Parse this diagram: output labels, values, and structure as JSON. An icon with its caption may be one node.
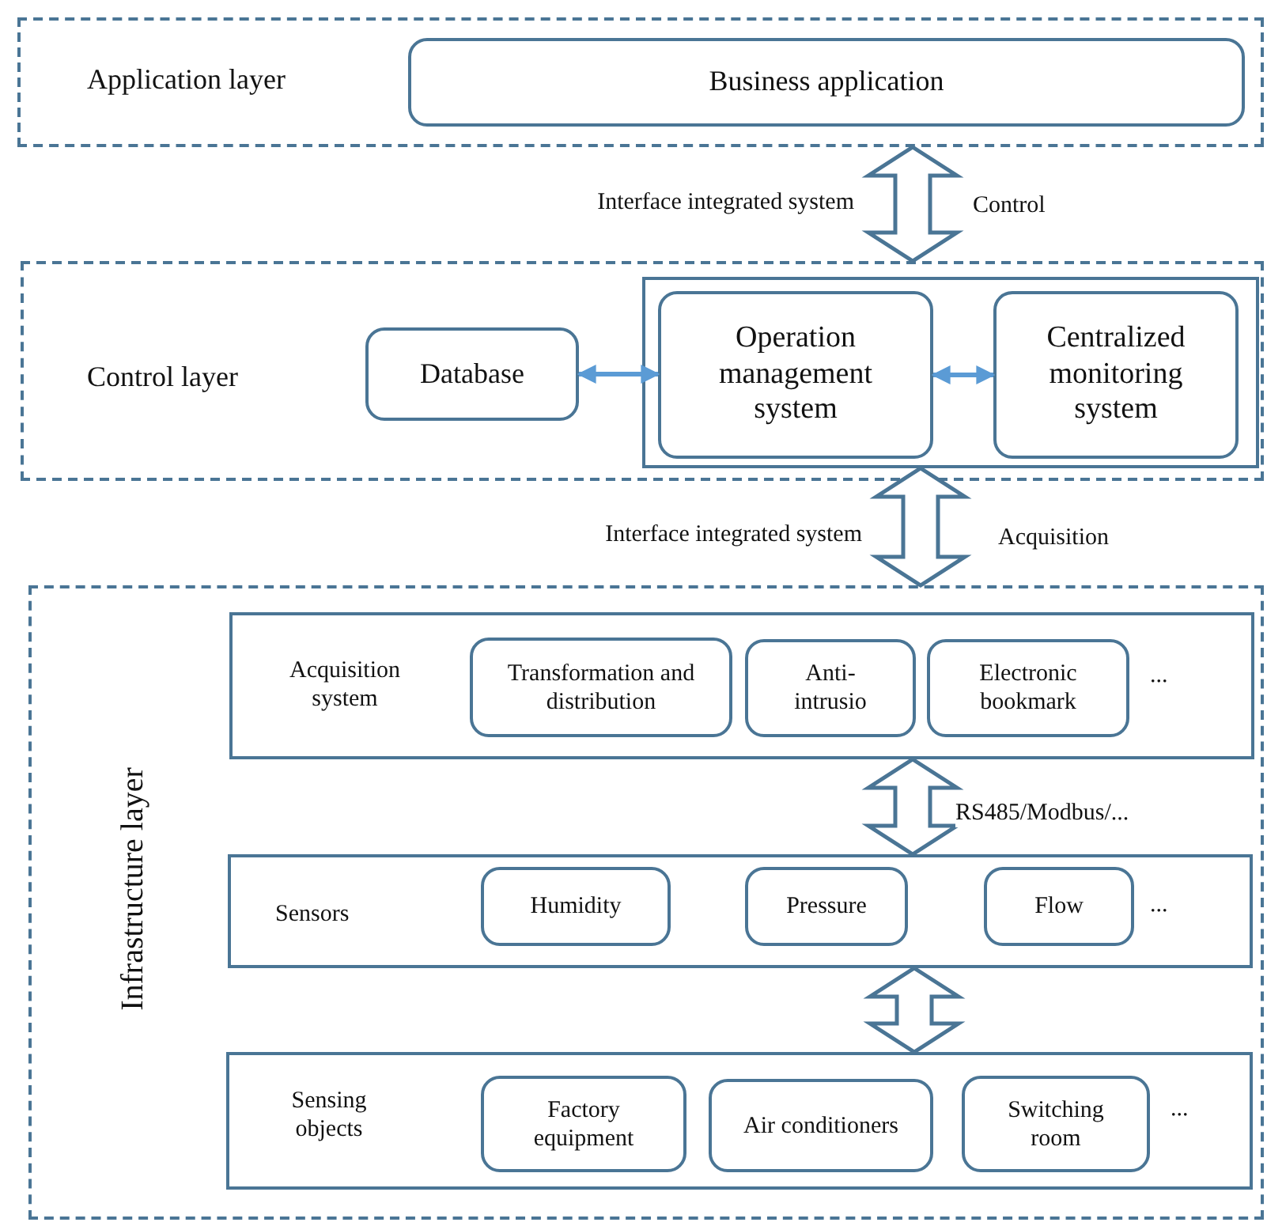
{
  "diagram": {
    "nodes": [
      {
        "text": [
          "Application layer"
        ]
      },
      {
        "text": [
          "Business application"
        ],
        "in": 0
      },
      {
        "text": [
          "Control layer"
        ]
      },
      {
        "text": [
          "Database"
        ],
        "in": 2
      },
      {
        "text": [],
        "shape": "box",
        "in": 2
      },
      {
        "text": [
          "Operation management system"
        ],
        "in": 4
      },
      {
        "text": [
          "Centralized monitoring system"
        ],
        "in": 4
      },
      {
        "text": [
          "Infrastructure layer"
        ]
      },
      {
        "text": [
          "Acquisition system",
          "..."
        ],
        "in": 7
      },
      {
        "text": [
          "Transformation and distribution"
        ],
        "in": 8
      },
      {
        "text": [
          "Anti- intrusio"
        ],
        "in": 8
      },
      {
        "text": [
          "Electronic bookmark"
        ],
        "in": 8
      },
      {
        "text": [
          "Sensors",
          "..."
        ],
        "in": 7
      },
      {
        "text": [
          "Humidity"
        ],
        "in": 12
      },
      {
        "text": [
          "Pressure"
        ],
        "in": 12
      },
      {
        "text": [
          "Flow"
        ],
        "in": 12
      },
      {
        "text": [
          "Sensing objects",
          "..."
        ],
        "in": 7
      },
      {
        "text": [
          "Factory equipment"
        ],
        "in": 16
      },
      {
        "text": [
          "Air conditioners"
        ],
        "in": 16
      },
      {
        "text": [
          "Switching room"
        ],
        "in": 16
      }
    ],
    "edges": [
      {
        "from": 0,
        "to": 2,
        "arrow": "both",
        "label": "Interface integrated system",
        "style": "thick"
      },
      {
        "from": 3,
        "to": 5,
        "arrow": "both",
        "color": "#5b9bd5"
      },
      {
        "from": 5,
        "to": 6,
        "arrow": "both",
        "color": "#5b9bd5"
      },
      {
        "from": 4,
        "to": 7,
        "arrow": "both",
        "label": "Interface integrated system",
        "style": "thick"
      },
      {
        "from": 8,
        "to": 12,
        "arrow": "both",
        "label": "RS485/Modbus/...",
        "style": "thick"
      },
      {
        "from": 12,
        "to": 16,
        "arrow": "both",
        "style": "thick"
      }
    ],
    "labels": [
      "Control",
      "Acquisition"
    ]
  }
}
